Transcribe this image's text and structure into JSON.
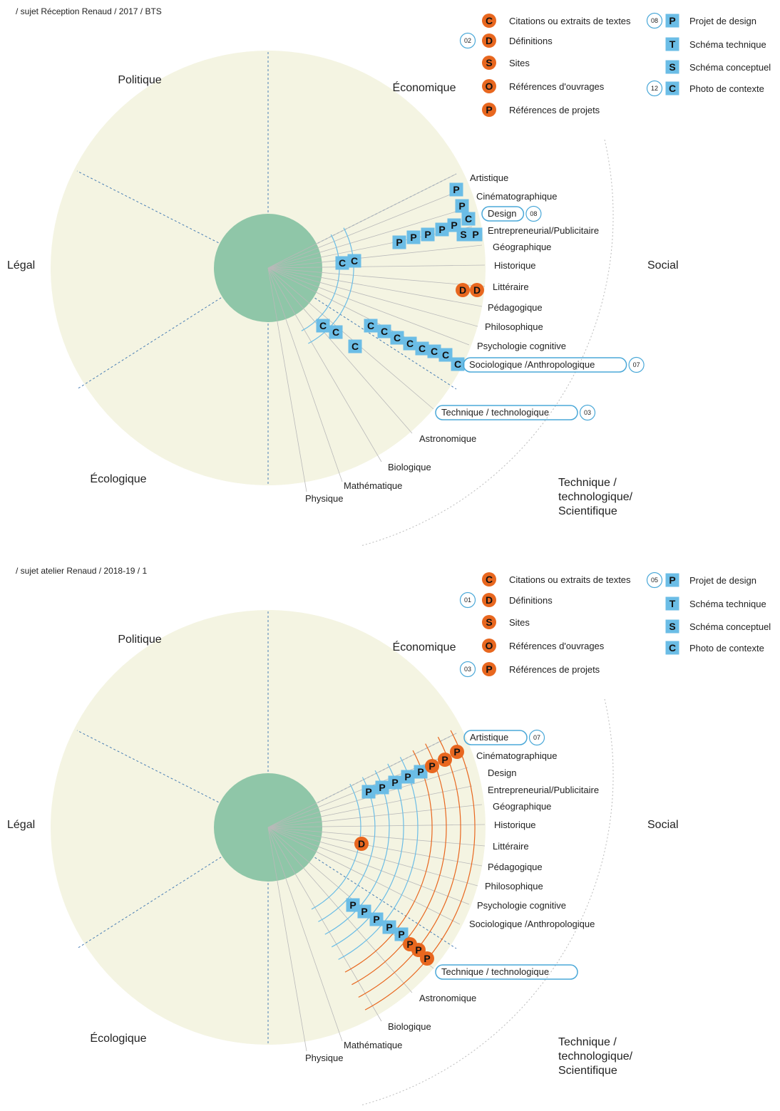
{
  "colors": {
    "background": "#ffffff",
    "disc": "#f4f4e2",
    "center": "#8fc6a8",
    "orange": "#e8671f",
    "blue": "#6bbde6",
    "frame_blue": "#4aa8d8",
    "sector_line": "#4a7fb5",
    "ray": "#b9b9b9",
    "outer_arc": "#bbbbbb"
  },
  "panels": [
    {
      "title": "/ sujet Réception Renaud / 2017 / BTS",
      "sections": {
        "politique": "Politique",
        "economique": "Économique",
        "legal": "Légal",
        "ecologique": "Écologique",
        "social": "Social",
        "technique": [
          "Technique /",
          "technologique/",
          "Scientifique"
        ]
      },
      "subcategories": [
        "Artistique",
        "Cinématographique",
        "Design",
        "Entrepreneurial/Publicitaire",
        "Géographique",
        "Historique",
        "Littéraire",
        "Pédagogique",
        "Philosophique",
        "Psychologie cognitive",
        "Sociologique /Anthropologique",
        "Technique / technologique",
        "Astronomique",
        "Biologique",
        "Mathématique",
        "Physique"
      ],
      "highlighted": [
        {
          "category": "Design",
          "count": "08"
        },
        {
          "category": "Sociologique /Anthropologique",
          "count": "07"
        },
        {
          "category": "Technique / technologique",
          "count": "03"
        }
      ],
      "legend_left": [
        {
          "letter": "C",
          "label": "Citations ou extraits de textes",
          "count": ""
        },
        {
          "letter": "D",
          "label": "Définitions",
          "count": "02"
        },
        {
          "letter": "S",
          "label": "Sites",
          "count": ""
        },
        {
          "letter": "O",
          "label": "Références d'ouvrages",
          "count": ""
        },
        {
          "letter": "P",
          "label": "Références de projets",
          "count": ""
        }
      ],
      "legend_right": [
        {
          "letter": "P",
          "label": "Projet de design",
          "count": "08"
        },
        {
          "letter": "T",
          "label": "Schéma technique",
          "count": ""
        },
        {
          "letter": "S",
          "label": "Schéma conceptuel",
          "count": ""
        },
        {
          "letter": "C",
          "label": "Photo de contexte",
          "count": "12"
        }
      ],
      "markers": [
        {
          "letter": "P",
          "kind": "square"
        },
        {
          "letter": "P",
          "kind": "square"
        },
        {
          "letter": "C",
          "kind": "square"
        },
        {
          "letter": "P",
          "kind": "square"
        },
        {
          "letter": "P",
          "kind": "square"
        },
        {
          "letter": "P",
          "kind": "square"
        },
        {
          "letter": "P",
          "kind": "square"
        },
        {
          "letter": "P",
          "kind": "square"
        },
        {
          "letter": "S",
          "kind": "square"
        },
        {
          "letter": "P",
          "kind": "square"
        },
        {
          "letter": "C",
          "kind": "square"
        },
        {
          "letter": "C",
          "kind": "square"
        },
        {
          "letter": "D",
          "kind": "circle"
        },
        {
          "letter": "D",
          "kind": "circle"
        },
        {
          "letter": "C",
          "kind": "square"
        },
        {
          "letter": "C",
          "kind": "square"
        },
        {
          "letter": "C",
          "kind": "square"
        },
        {
          "letter": "C",
          "kind": "square"
        },
        {
          "letter": "C",
          "kind": "square"
        },
        {
          "letter": "C",
          "kind": "square"
        },
        {
          "letter": "C",
          "kind": "square"
        },
        {
          "letter": "C",
          "kind": "square"
        },
        {
          "letter": "C",
          "kind": "square"
        },
        {
          "letter": "C",
          "kind": "square"
        },
        {
          "letter": "C",
          "kind": "square"
        }
      ]
    },
    {
      "title": "/ sujet atelier Renaud / 2018-19 / 1",
      "sections": {
        "politique": "Politique",
        "economique": "Économique",
        "legal": "Légal",
        "ecologique": "Écologique",
        "social": "Social",
        "technique": [
          "Technique /",
          "technologique/",
          "Scientifique"
        ]
      },
      "subcategories": [
        "Artistique",
        "Cinématographique",
        "Design",
        "Entrepreneurial/Publicitaire",
        "Géographique",
        "Historique",
        "Littéraire",
        "Pédagogique",
        "Philosophique",
        "Psychologie cognitive",
        "Sociologique /Anthropologique",
        "Technique / technologique",
        "Astronomique",
        "Biologique",
        "Mathématique",
        "Physique"
      ],
      "highlighted": [
        {
          "category": "Artistique",
          "count": "07"
        },
        {
          "category": "Technique / technologique",
          "count": ""
        }
      ],
      "legend_left": [
        {
          "letter": "C",
          "label": "Citations ou extraits de textes",
          "count": ""
        },
        {
          "letter": "D",
          "label": "Définitions",
          "count": "01"
        },
        {
          "letter": "S",
          "label": "Sites",
          "count": ""
        },
        {
          "letter": "O",
          "label": "Références d'ouvrages",
          "count": ""
        },
        {
          "letter": "P",
          "label": "Références de projets",
          "count": "03"
        }
      ],
      "legend_right": [
        {
          "letter": "P",
          "label": "Projet de design",
          "count": "05"
        },
        {
          "letter": "T",
          "label": "Schéma technique",
          "count": ""
        },
        {
          "letter": "S",
          "label": "Schéma conceptuel",
          "count": ""
        },
        {
          "letter": "C",
          "label": "Photo de contexte",
          "count": ""
        }
      ],
      "markers": [
        {
          "letter": "P",
          "kind": "square"
        },
        {
          "letter": "P",
          "kind": "square"
        },
        {
          "letter": "P",
          "kind": "square"
        },
        {
          "letter": "P",
          "kind": "square"
        },
        {
          "letter": "P",
          "kind": "square"
        },
        {
          "letter": "P",
          "kind": "circle"
        },
        {
          "letter": "P",
          "kind": "circle"
        },
        {
          "letter": "P",
          "kind": "circle"
        },
        {
          "letter": "D",
          "kind": "circle"
        },
        {
          "letter": "P",
          "kind": "square"
        },
        {
          "letter": "P",
          "kind": "square"
        },
        {
          "letter": "P",
          "kind": "square"
        },
        {
          "letter": "P",
          "kind": "square"
        },
        {
          "letter": "P",
          "kind": "square"
        },
        {
          "letter": "P",
          "kind": "circle"
        },
        {
          "letter": "P",
          "kind": "circle"
        },
        {
          "letter": "P",
          "kind": "circle"
        }
      ]
    }
  ]
}
